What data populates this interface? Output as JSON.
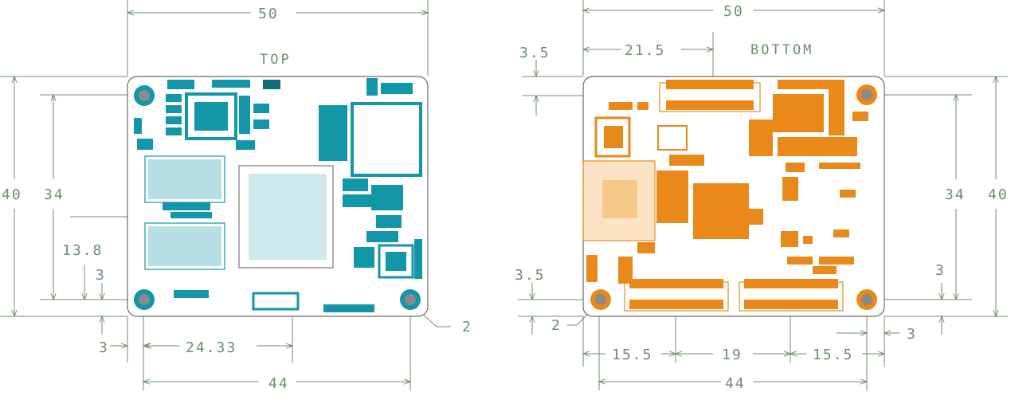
{
  "colors": {
    "top_components": "#1296a8",
    "bottom_components": "#e8891a",
    "dimension_lines": "#6b8f6b",
    "board_outline": "#6a6a6a",
    "hole_fill": "#8a8a8a"
  },
  "top_view": {
    "label": "TOP",
    "dims": {
      "width": "50",
      "height": "40",
      "hole_pitch_v": "34",
      "center_offset_v": "13.8",
      "edge_v": "3",
      "edge_h": "3",
      "center_offset_h": "24.33",
      "hole_pitch_h": "44",
      "hole_dia": "2"
    }
  },
  "bottom_view": {
    "label": "BOTTOM",
    "dims": {
      "width": "50",
      "connector_offset": "21.5",
      "edge_top": "3.5",
      "height": "40",
      "hole_pitch_v": "34",
      "edge_v": "3",
      "edge_bottom": "3.5",
      "hole_dia": "2",
      "edge_h": "3",
      "seg_left": "15.5",
      "seg_mid": "19",
      "seg_right": "15.5",
      "hole_pitch_h": "44"
    }
  }
}
